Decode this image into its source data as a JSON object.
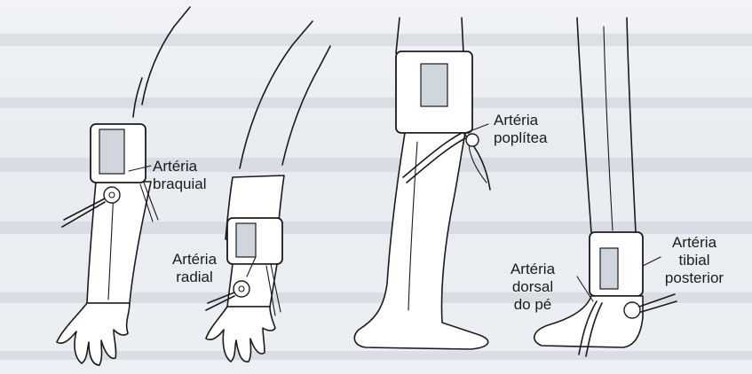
{
  "labels": {
    "brachial": [
      "Artéria",
      "braquial"
    ],
    "radial": [
      "Artéria",
      "radial"
    ],
    "popliteal": [
      "Artéria",
      "poplítea"
    ],
    "posterior_tibial": [
      "Artéria",
      "tibial",
      "posterior"
    ],
    "dorsalis_pedis": [
      "Artéria",
      "dorsal",
      "do pé"
    ]
  },
  "colors": {
    "ink": "#1b1b1b",
    "cuff_bladder": "#cfd6de",
    "paper": "#eceff3"
  }
}
